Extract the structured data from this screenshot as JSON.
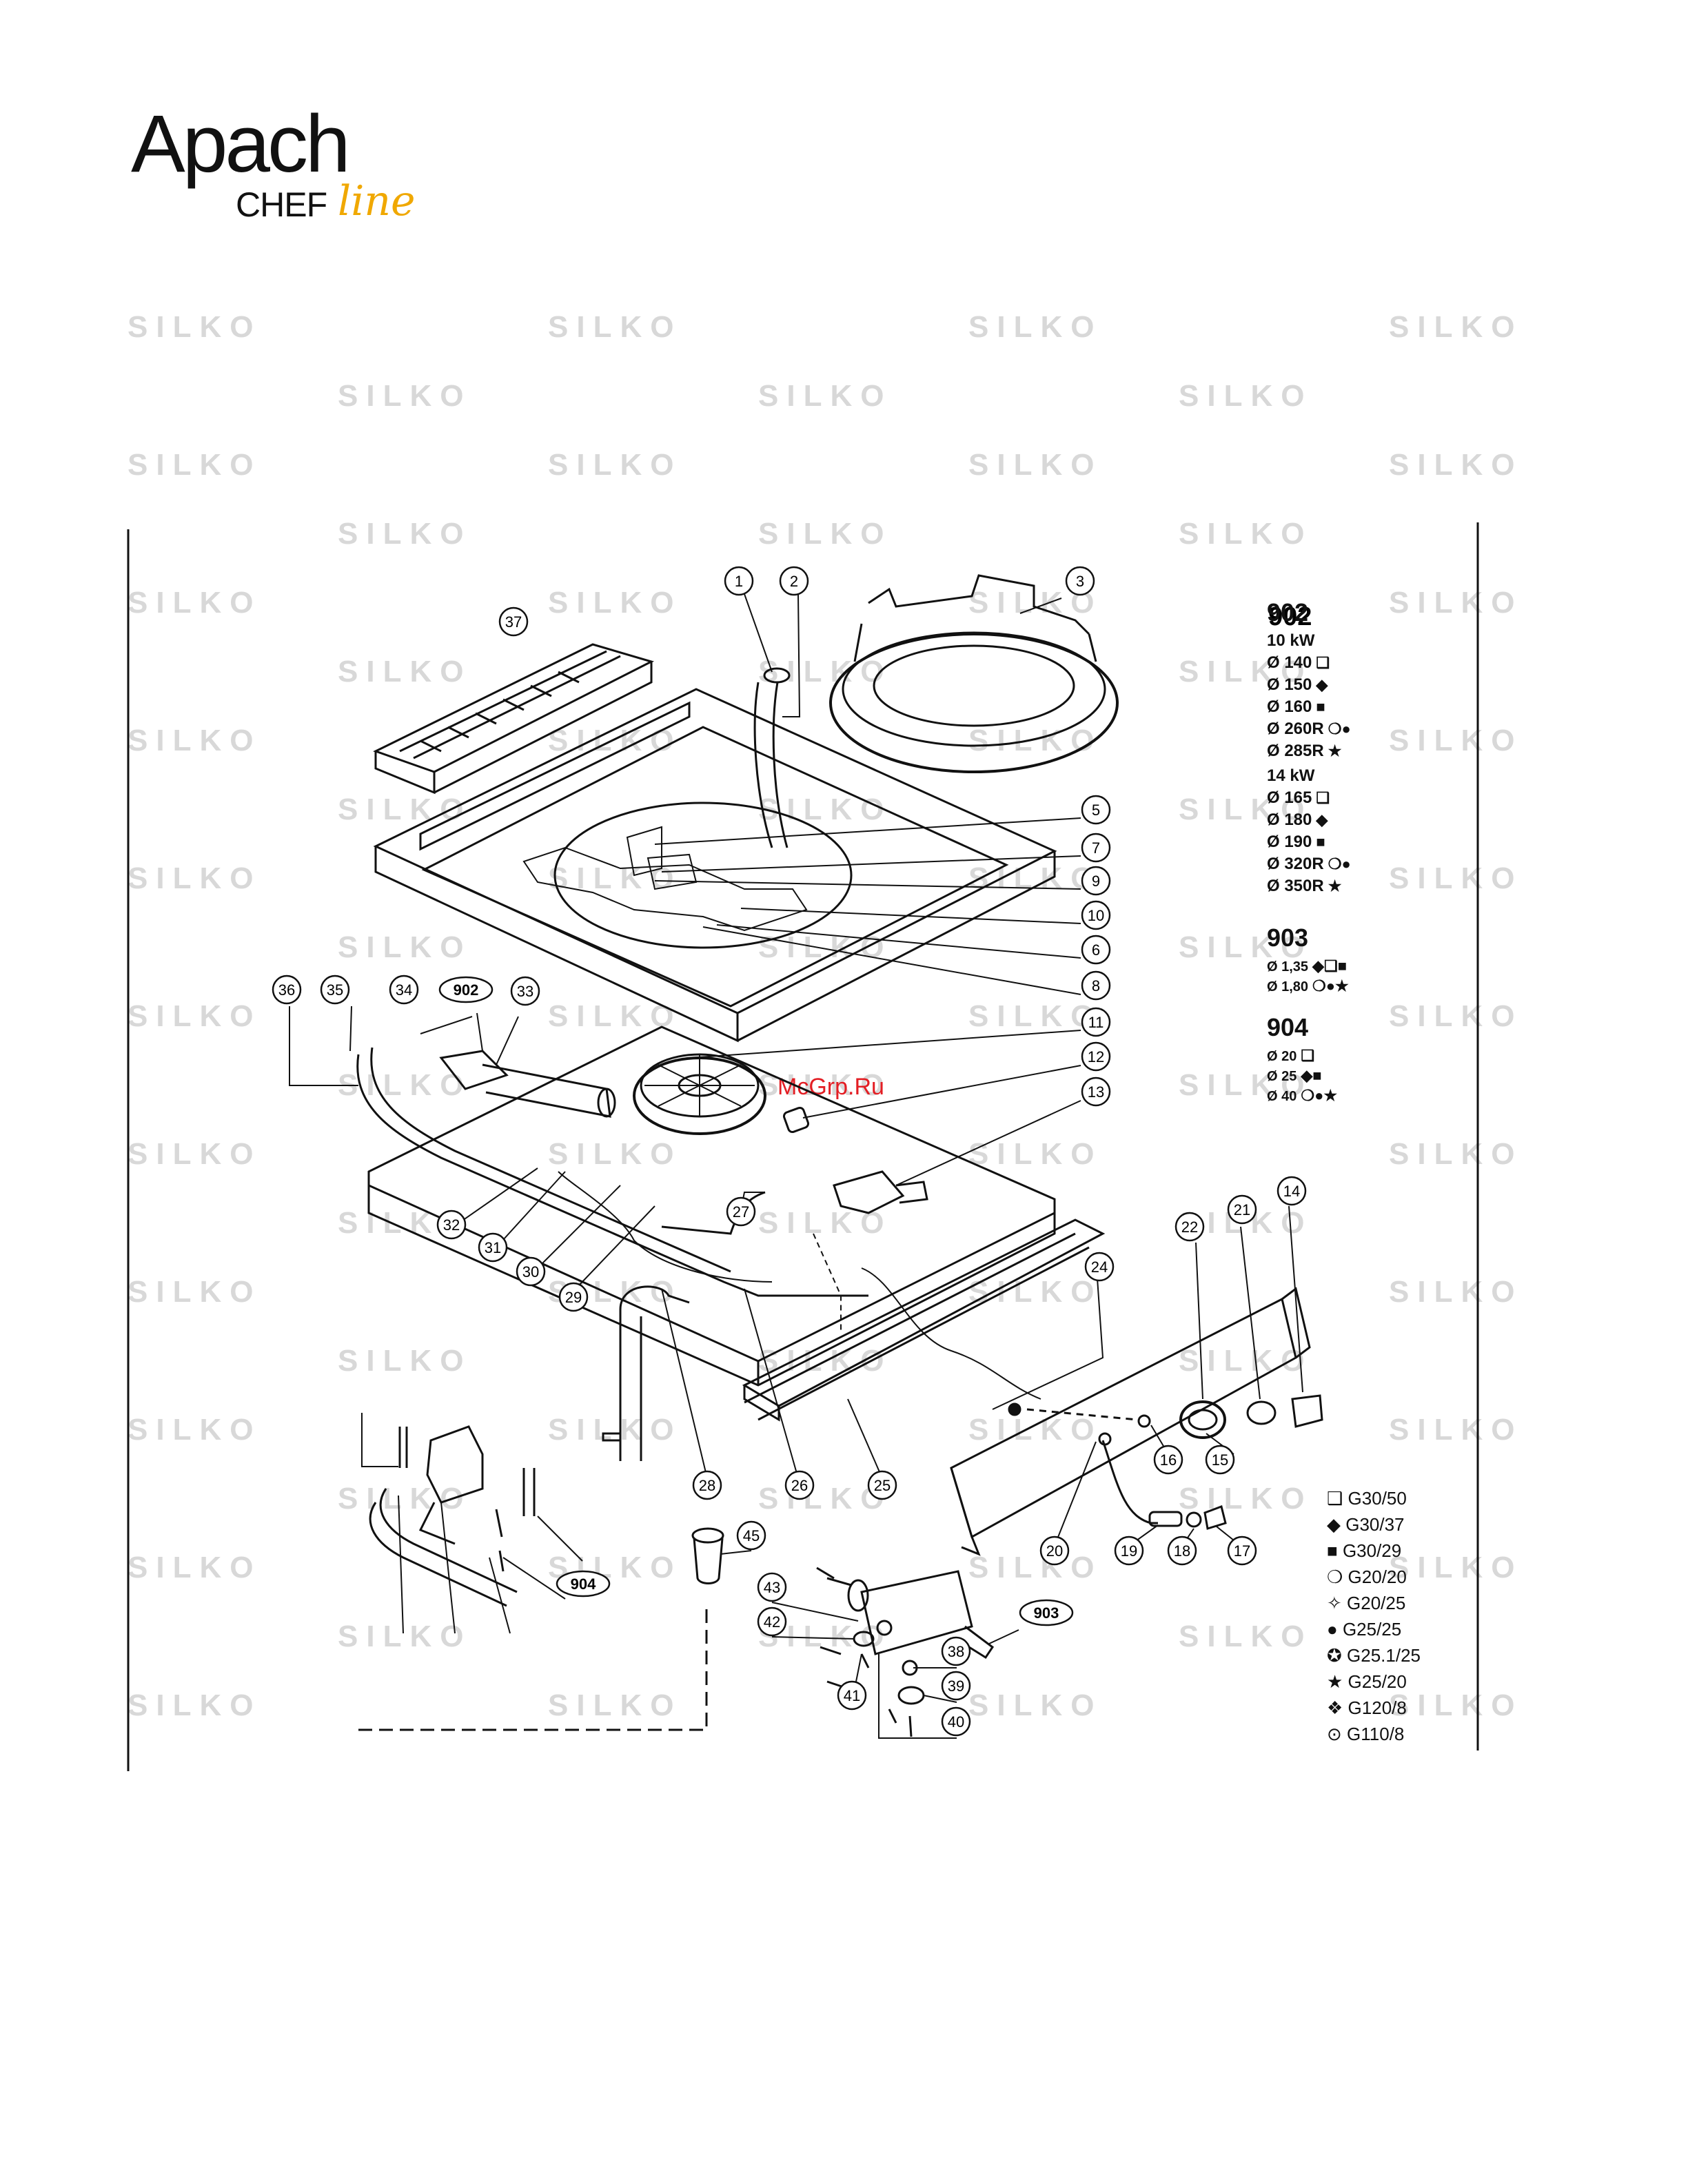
{
  "brand": {
    "name": "Apach",
    "sub_a": "CHEF",
    "sub_b": "line"
  },
  "watermark": "SILKO",
  "overlay_watermark": "McGrp.Ru",
  "callouts": [
    "1",
    "2",
    "3",
    "5",
    "7",
    "9",
    "10",
    "6",
    "8",
    "11",
    "12",
    "13",
    "14",
    "21",
    "22",
    "24",
    "15",
    "16",
    "17",
    "18",
    "19",
    "20",
    "25",
    "26",
    "28",
    "27",
    "29",
    "30",
    "31",
    "32",
    "33",
    "34",
    "35",
    "36",
    "37",
    "38",
    "39",
    "40",
    "41",
    "42",
    "43",
    "45"
  ],
  "special_callouts": [
    "902",
    "904",
    "903"
  ],
  "part_902": {
    "title": "902",
    "groups": [
      {
        "power": "10 kW",
        "items": [
          "Ø 140",
          "Ø 150",
          "Ø 160",
          "Ø 260R",
          "Ø 285R"
        ],
        "symbols": [
          "square-outline",
          "diamond",
          "square",
          "circle-outline circle",
          "star"
        ]
      },
      {
        "power": "14 kW",
        "items": [
          "Ø 165",
          "Ø 180",
          "Ø 190",
          "Ø 320R",
          "Ø 350R"
        ],
        "symbols": [
          "square-outline",
          "diamond",
          "square",
          "circle-outline circle",
          "star"
        ]
      }
    ]
  },
  "part_903": {
    "title": "903",
    "items": [
      "Ø 1,35",
      "Ø 1,80"
    ],
    "symbols": [
      "diamond square-outline square",
      "circle-outline circle star"
    ]
  },
  "part_904": {
    "title": "904",
    "items": [
      "Ø 20",
      "Ø 25",
      "Ø 40"
    ],
    "symbols": [
      "square-outline",
      "diamond square",
      "circle-outline circle star"
    ]
  },
  "gas_legend": [
    {
      "symbol": "square-outline",
      "label": "G30/50"
    },
    {
      "symbol": "diamond",
      "label": "G30/37"
    },
    {
      "symbol": "square",
      "label": "G30/29"
    },
    {
      "symbol": "circle-outline",
      "label": "G20/20"
    },
    {
      "symbol": "sparkle",
      "label": "G20/25"
    },
    {
      "symbol": "circle",
      "label": "G25/25"
    },
    {
      "symbol": "gear",
      "label": "G25.1/25"
    },
    {
      "symbol": "star",
      "label": "G25/20"
    },
    {
      "symbol": "four-diamonds",
      "label": "G120/8"
    },
    {
      "symbol": "target",
      "label": "G110/8"
    }
  ]
}
